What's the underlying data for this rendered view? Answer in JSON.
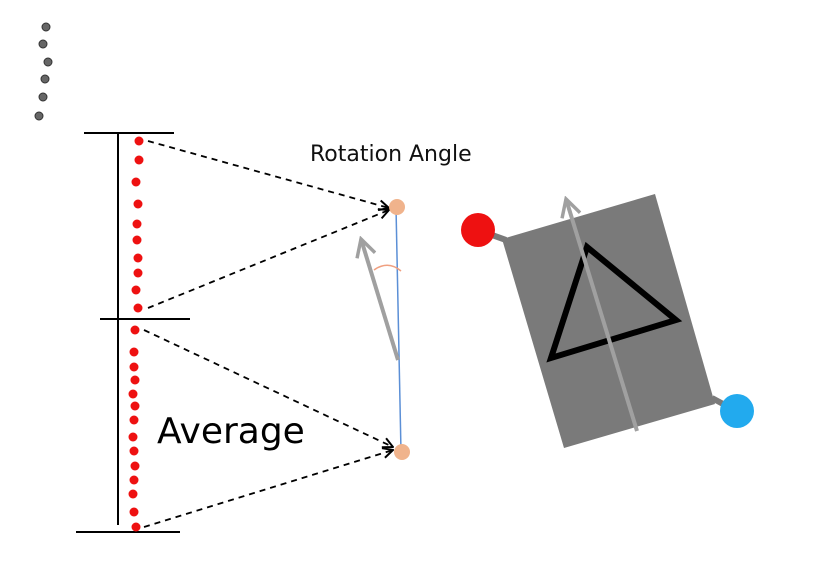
{
  "labels": {
    "rotation_angle": "Rotation Angle",
    "average": "Average"
  },
  "colors": {
    "sample_dot": "#ee1111",
    "averaged_point": "#f0b38c",
    "vertical_line": "#5b8fd6",
    "arrow_gray": "#a0a0a0",
    "object_body": "#7a7a7a",
    "red_marker": "#ee1111",
    "blue_marker": "#22aaee",
    "grey_dot": "#666666"
  },
  "icons": {
    "rotated_object": "rectangle-with-triangle",
    "rotation_arc": "angle-arc"
  }
}
